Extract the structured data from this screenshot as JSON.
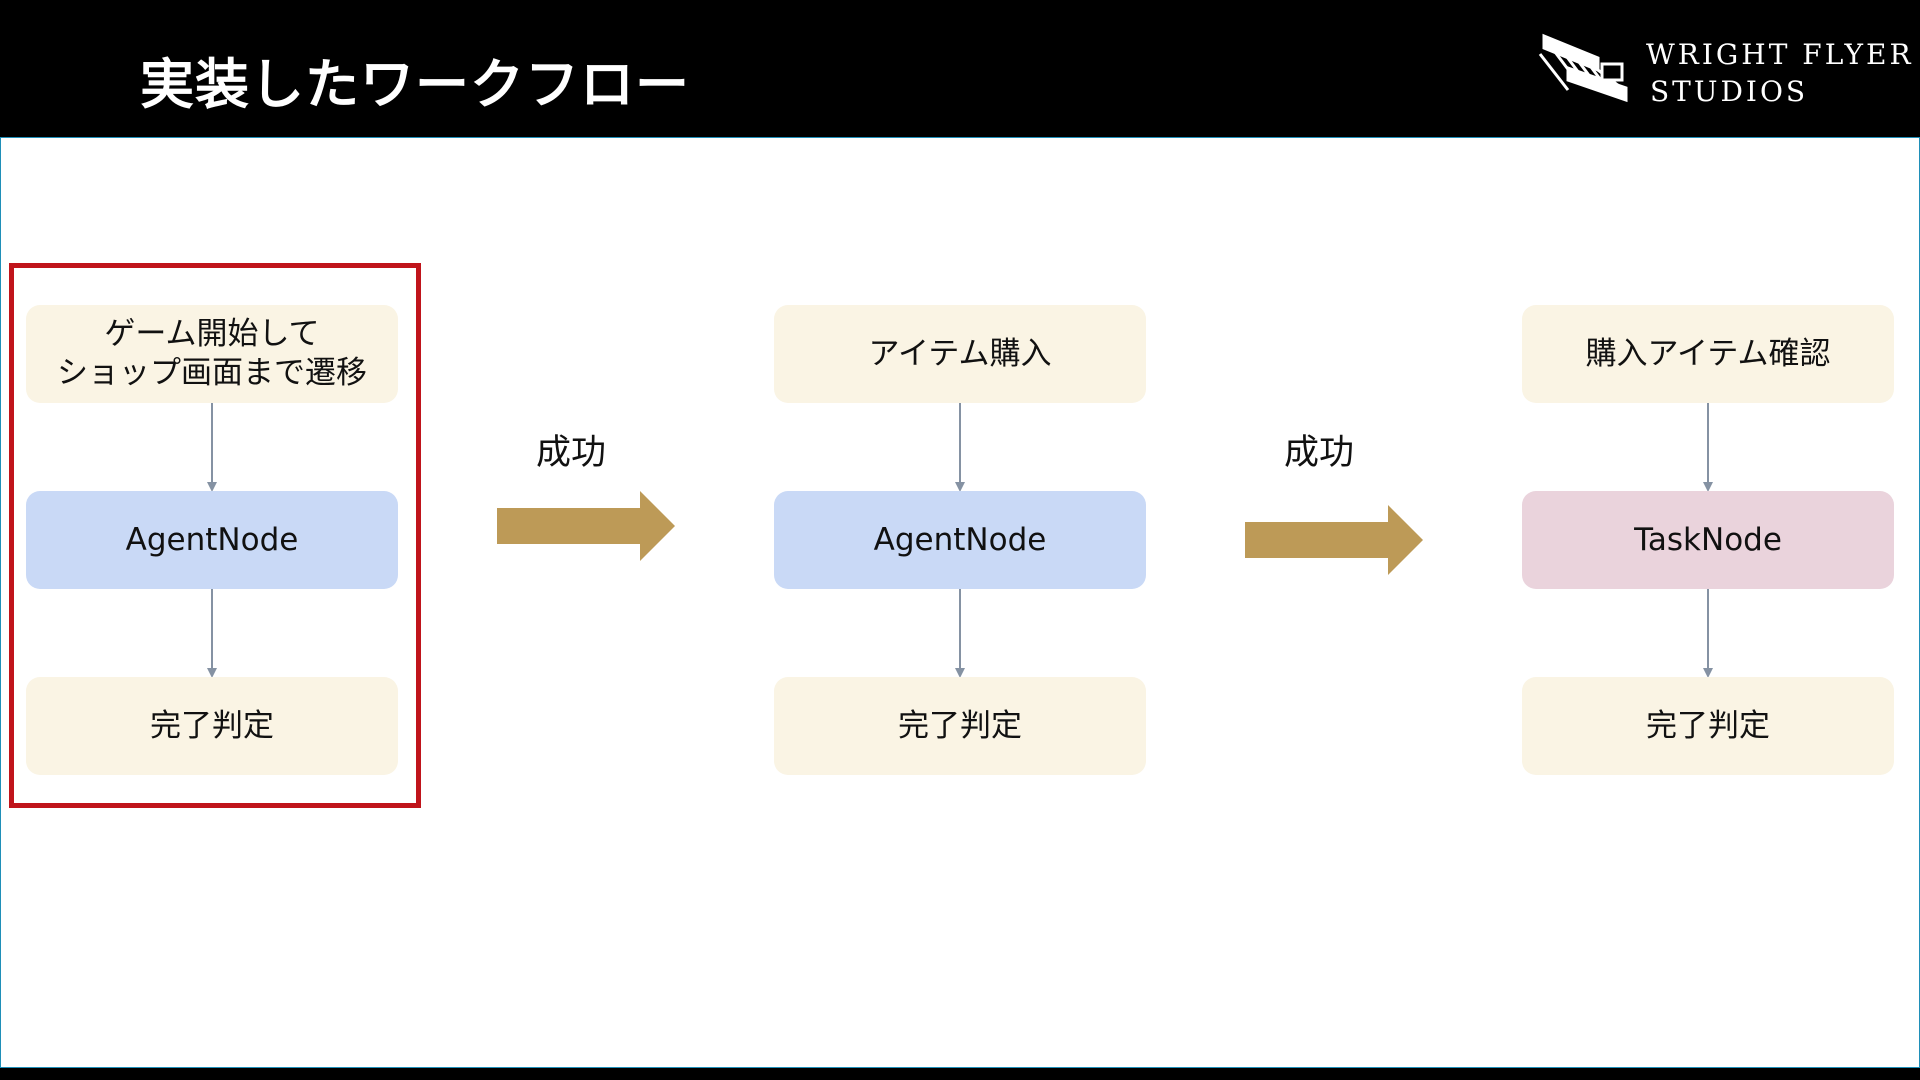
{
  "header": {
    "title": "実装したワークフロー",
    "logo": {
      "line1": "WRIGHT FLYER",
      "line2": "STUDIOS",
      "icon": "biplane-logo-icon"
    }
  },
  "colors": {
    "cream": "#faf4e4",
    "agent_blue": "#c9d9f6",
    "task_pink": "#ead3dc",
    "flow_arrow": "#bd9a57",
    "highlight_red": "#c0141b"
  },
  "flows": [
    {
      "top": [
        "ゲーム開始して",
        "ショップ画面まで遷移"
      ],
      "middle": "AgentNode",
      "bottom": "完了判定"
    },
    {
      "top": [
        "アイテム購入"
      ],
      "middle": "AgentNode",
      "bottom": "完了判定"
    },
    {
      "top": [
        "購入アイテム確認"
      ],
      "middle": "TaskNode",
      "bottom": "完了判定"
    }
  ],
  "transitions": [
    {
      "label": "成功",
      "icon": "right-arrow-icon"
    },
    {
      "label": "成功",
      "icon": "right-arrow-icon"
    }
  ]
}
